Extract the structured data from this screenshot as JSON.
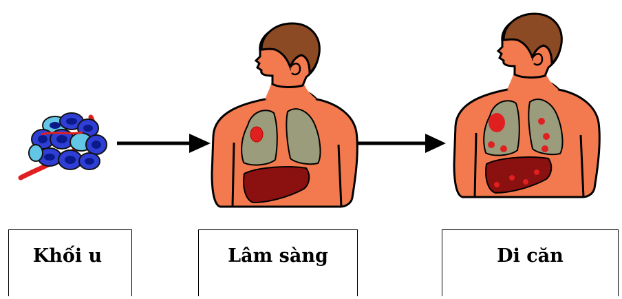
{
  "stages": [
    {
      "label": "Khối u"
    },
    {
      "label": "Lâm sàng"
    },
    {
      "label": "Di căn"
    }
  ],
  "colors": {
    "skin": "#f37a4e",
    "hair": "#8b4a24",
    "lung": "#9a9c7c",
    "liver": "#8b1010",
    "tumor": "#e02020",
    "cell_blue": "#2f3fd6",
    "arrow": "#000000"
  },
  "icons": [
    "tumor-cell-cluster",
    "human-torso-clinical",
    "human-torso-metastasis",
    "arrow-right"
  ]
}
